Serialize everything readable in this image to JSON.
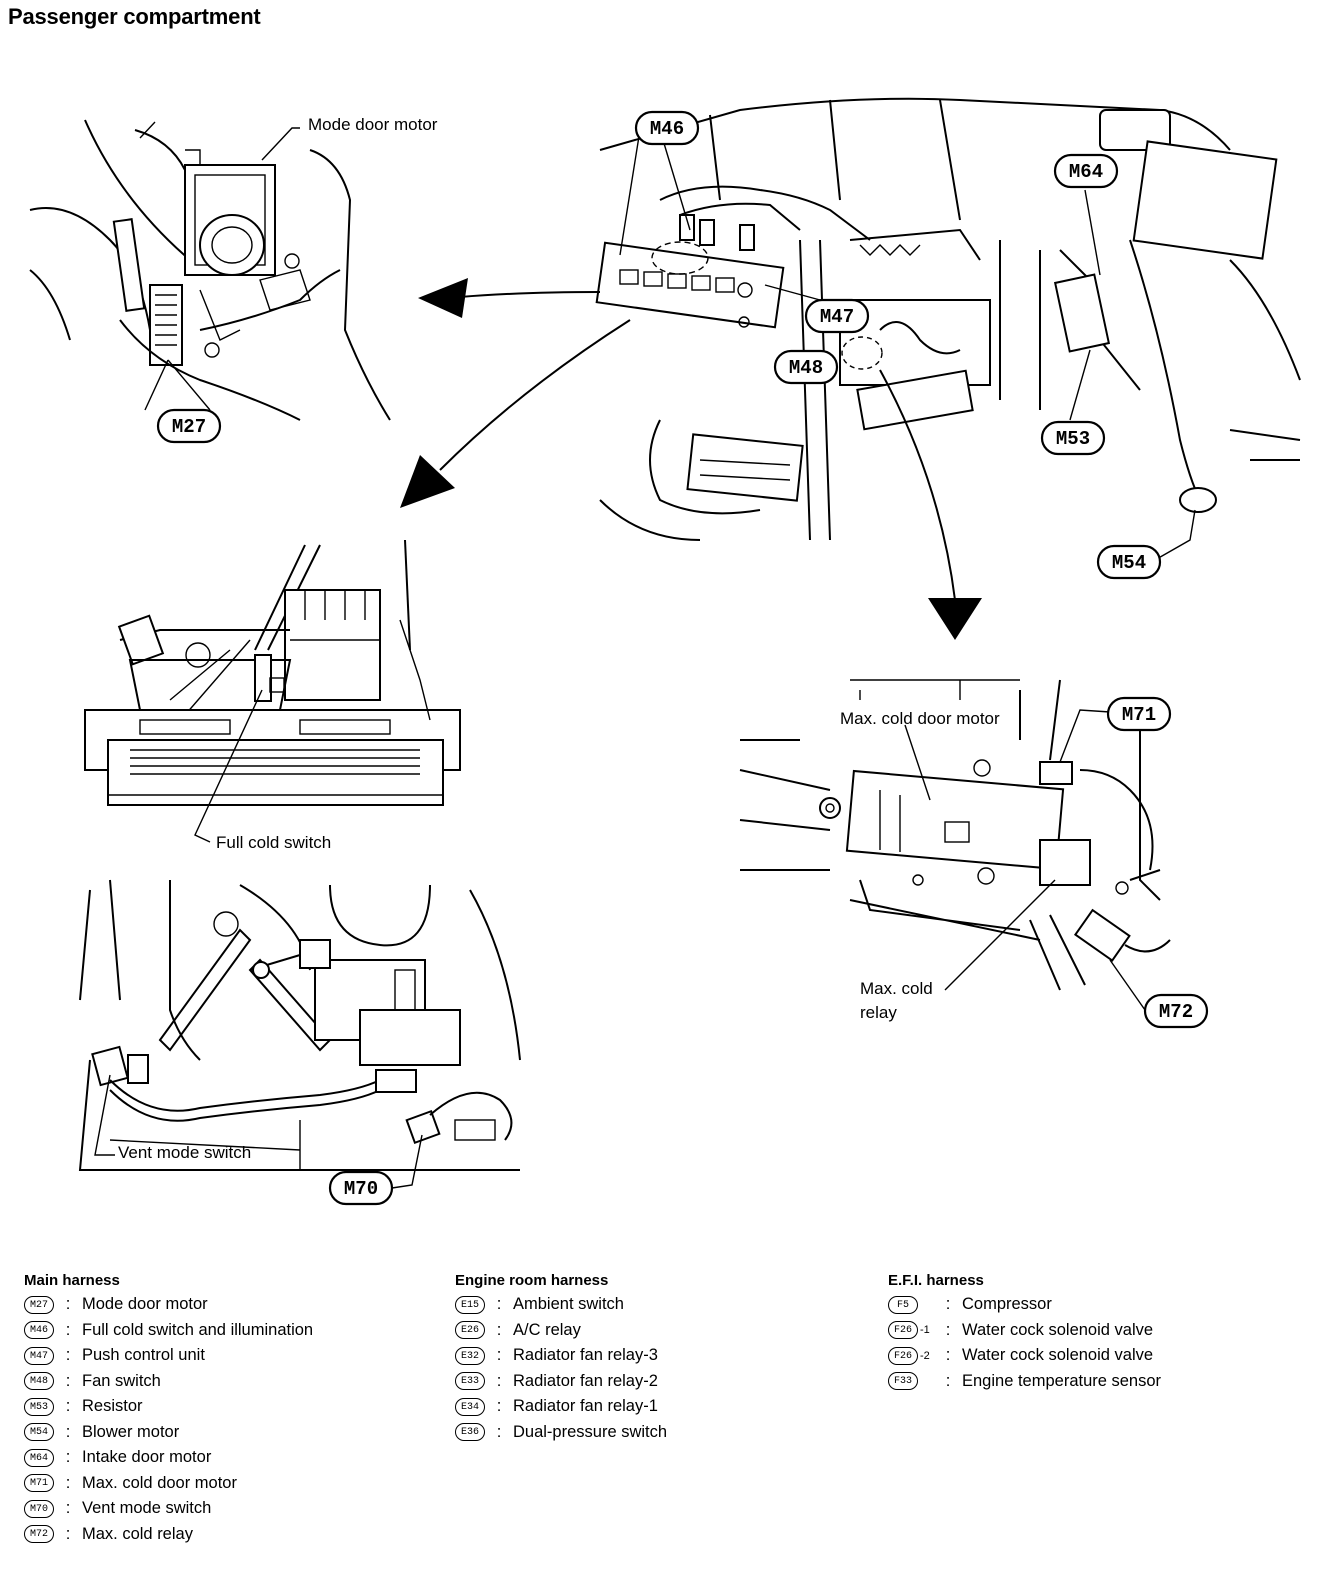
{
  "title": "Passenger compartment",
  "labels": {
    "mode_door_motor": "Mode door motor",
    "full_cold_switch": "Full cold switch",
    "vent_mode_switch": "Vent mode switch",
    "max_cold_door_motor": "Max. cold door motor",
    "max_cold_relay_line1": "Max. cold",
    "max_cold_relay_line2": "relay"
  },
  "callouts": {
    "m27": "M27",
    "m46": "M46",
    "m64": "M64",
    "m47": "M47",
    "m48": "M48",
    "m53": "M53",
    "m54": "M54",
    "m71": "M71",
    "m72": "M72",
    "m70": "M70"
  },
  "legend": {
    "main": {
      "heading": "Main harness",
      "items": [
        {
          "code": "M27",
          "desc": "Mode door motor"
        },
        {
          "code": "M46",
          "desc": "Full cold switch and illumination"
        },
        {
          "code": "M47",
          "desc": "Push control unit"
        },
        {
          "code": "M48",
          "desc": "Fan switch"
        },
        {
          "code": "M53",
          "desc": "Resistor"
        },
        {
          "code": "M54",
          "desc": "Blower motor"
        },
        {
          "code": "M64",
          "desc": "Intake door motor"
        },
        {
          "code": "M71",
          "desc": "Max. cold door motor"
        },
        {
          "code": "M70",
          "desc": "Vent mode switch"
        },
        {
          "code": "M72",
          "desc": "Max. cold relay"
        }
      ]
    },
    "engine": {
      "heading": "Engine room harness",
      "items": [
        {
          "code": "E15",
          "desc": "Ambient switch"
        },
        {
          "code": "E26",
          "desc": "A/C relay"
        },
        {
          "code": "E32",
          "desc": "Radiator fan relay-3"
        },
        {
          "code": "E33",
          "desc": "Radiator fan relay-2"
        },
        {
          "code": "E34",
          "desc": "Radiator fan relay-1"
        },
        {
          "code": "E36",
          "desc": "Dual-pressure switch"
        }
      ]
    },
    "efi": {
      "heading": "E.F.I. harness",
      "items": [
        {
          "code": "F5",
          "suffix": "",
          "desc": "Compressor"
        },
        {
          "code": "F26",
          "suffix": "-1",
          "desc": "Water cock solenoid valve"
        },
        {
          "code": "F26",
          "suffix": "-2",
          "desc": "Water cock solenoid valve"
        },
        {
          "code": "F33",
          "suffix": "",
          "desc": "Engine temperature sensor"
        }
      ]
    }
  }
}
